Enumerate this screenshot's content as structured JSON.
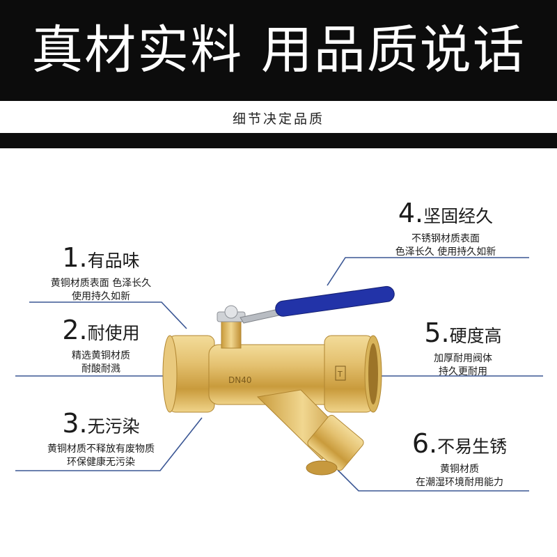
{
  "header": {
    "headline": "真材实料 用品质说话",
    "subtitle": "细节决定品质"
  },
  "features": [
    {
      "num": "1.",
      "title": "有品味",
      "desc": [
        "黄铜材质表面 色泽长久",
        "使用持久如新"
      ]
    },
    {
      "num": "2.",
      "title": "耐使用",
      "desc": [
        "精选黄铜材质",
        "耐酸耐溅"
      ]
    },
    {
      "num": "3.",
      "title": "无污染",
      "desc": [
        "黄铜材质不释放有废物质",
        "环保健康无污染"
      ]
    },
    {
      "num": "4.",
      "title": "坚固经久",
      "desc": [
        "不锈钢材质表面",
        "色泽长久 使用持久如新"
      ]
    },
    {
      "num": "5.",
      "title": "硬度高",
      "desc": [
        "加厚耐用阀体",
        "持久更耐用"
      ]
    },
    {
      "num": "6.",
      "title": "不易生锈",
      "desc": [
        "黄铜材质",
        "在潮湿环境耐用能力"
      ]
    }
  ],
  "product_marks": {
    "body_text": "DN40",
    "end_mark": "T"
  },
  "colors": {
    "banner": "#0c0c0c",
    "line": "#2b4a8a",
    "brass": "#d8b45a",
    "handle": "#2233a8"
  }
}
